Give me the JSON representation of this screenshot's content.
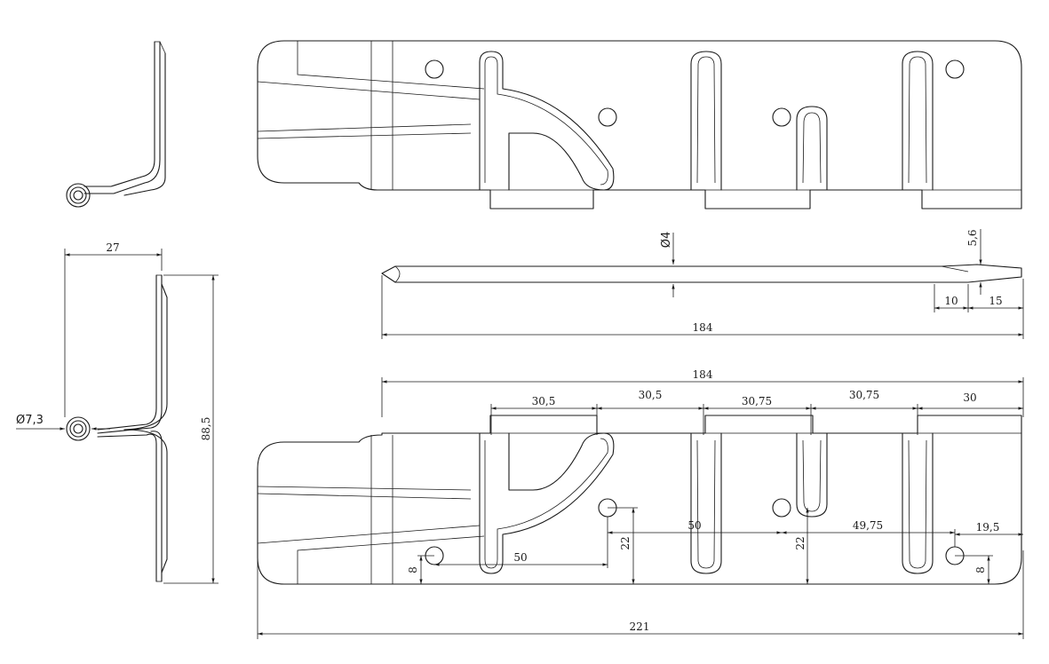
{
  "dimensions": {
    "side_width": "27",
    "side_height": "88,5",
    "coil_diameter": "Ø7,3",
    "wire_diameter": "Ø4",
    "bend_height": "5,6",
    "tip_len_a": "10",
    "tip_len_b": "15",
    "pin_length": "184",
    "plate_top_length": "184",
    "pitch_1": "30,5",
    "pitch_2": "30,5",
    "pitch_3": "30,75",
    "pitch_4": "30,75",
    "pitch_5": "30",
    "hole_span_a": "50",
    "hole_span_b": "50",
    "hole_span_c": "49,75",
    "hole_edge_right": "19,5",
    "hole_height_left": "8",
    "hole_height_right": "8",
    "hole_height_mid_a": "22",
    "hole_height_mid_b": "22",
    "overall_length": "221"
  }
}
